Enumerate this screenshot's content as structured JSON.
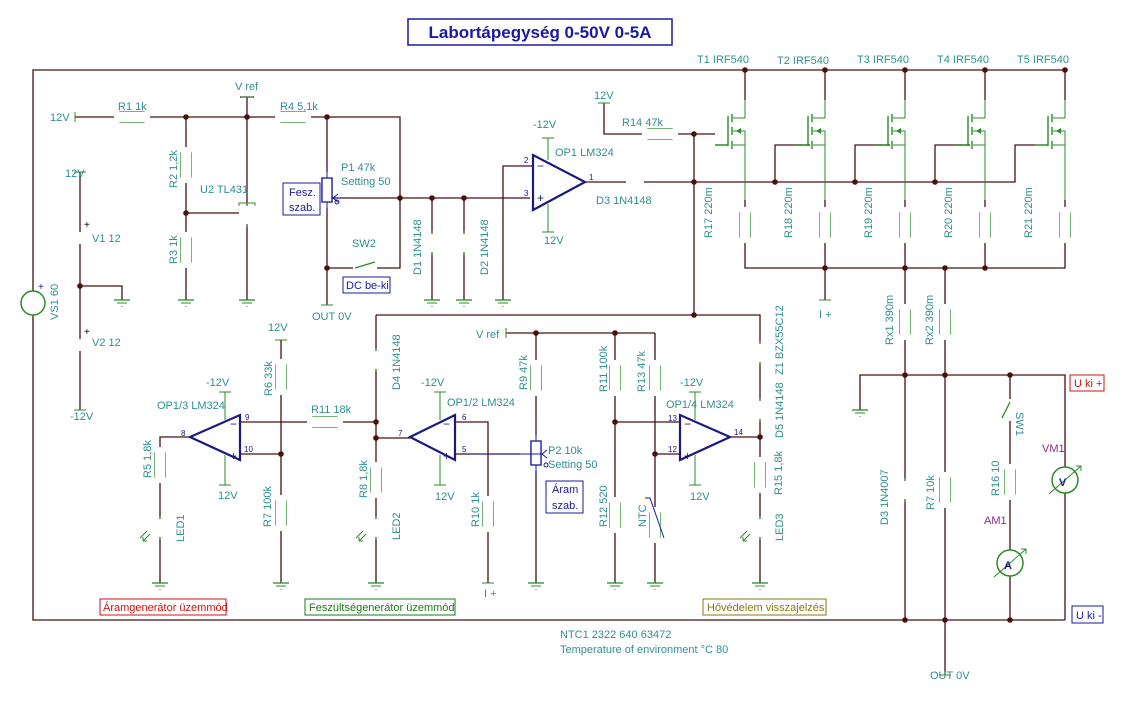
{
  "title": "Labortápegység 0-50V 0-5A",
  "colors": {
    "wire": "#4a1010",
    "component": "#2a8c2a",
    "label": "#2f8f8f",
    "opamp": "#1a1a80",
    "led1": "#7a1010",
    "led2": "#1a8a1a",
    "led3": "#c8c800",
    "u2": "#f0f000"
  },
  "labels": {
    "in_12v": "12V",
    "r1": "R1 1k",
    "vref_top": "V ref",
    "r4": "R4 5,1k",
    "r2": "R2 1,2k",
    "u2": "U2 TL431",
    "r3": "R3 1k",
    "v1_12v": "12V",
    "v1": "V1 12",
    "v2": "V2 12",
    "v2_neg": "-12V",
    "vs1": "VS1 60",
    "p1": "P1 47k",
    "p1_setting": "Setting 50",
    "sw2": "SW2",
    "out0v_top": "OUT 0V",
    "d1": "D1 1N4148",
    "d2": "D2 1N4148",
    "op1_neg": "-12V",
    "op1": "OP1 LM324",
    "op1_pos": "12V",
    "r14_12v": "12V",
    "r14": "R14 47k",
    "d3": "D3 1N4148",
    "t1": "T1 IRF540",
    "t2": "T2 IRF540",
    "t3": "T3 IRF540",
    "t4": "T4 IRF540",
    "t5": "T5 IRF540",
    "r17": "R17 220m",
    "r18": "R18 220m",
    "r19": "R19 220m",
    "r20": "R20 220m",
    "r21": "R21 220m",
    "iplus_top": "I +",
    "rx1": "Rx1 390m",
    "rx2": "Rx2 390m",
    "r6_12v": "12V",
    "r6": "R6 33k",
    "op13_neg": "-12V",
    "op13": "OP1/3 LM324",
    "op13_pos": "12V",
    "r11": "R11 18k",
    "r5": "R5 1,8k",
    "r7": "R7 100k",
    "led1": "LED1",
    "d4": "D4 1N4148",
    "op12_neg": "-12V",
    "op12": "OP1/2 LM324",
    "op12_pos": "12V",
    "r8": "R8 1,8k",
    "led2": "LED2",
    "r10": "R10 1k",
    "iplus_bot": "I +",
    "vref_bot": "V ref",
    "r9": "R9 47k",
    "p2": "P2 10k",
    "p2_setting": "Setting 50",
    "r11b": "R11 100k",
    "r13": "R13 47k",
    "op14_neg": "-12V",
    "op14": "OP1/4 LM324",
    "op14_pos": "12V",
    "r12": "R12 520",
    "ntc": "NTC",
    "z1": "Z1 BZX55C12",
    "d5": "D5 1N4148",
    "r15": "R15 1,8k",
    "led3": "LED3",
    "d3b": "D3 1N4007",
    "r7b": "R7 10k",
    "sw1": "SW1",
    "r16": "R16 10",
    "am1": "AM1",
    "vm1": "VM1",
    "out0v_bot": "OUT 0V",
    "ammeter": "A",
    "voltmeter": "V"
  },
  "pins": {
    "p2": "2",
    "p3": "3",
    "p1": "1",
    "p8": "8",
    "p9": "9",
    "p10": "10",
    "p6": "6",
    "p7": "7",
    "p5": "5",
    "p13": "13",
    "p12": "12",
    "p14": "14"
  },
  "boxes": {
    "fesz_1": "Fesz.",
    "fesz_2": "szab.",
    "dc": "DC be-ki",
    "aram_1": "Áram",
    "aram_2": "szab.",
    "mode_current": "Áramgenerátor üzemmód",
    "mode_voltage": "Feszültségenerátor üzemmód",
    "thermal": "Hővédelem visszajelzés",
    "uki_plus": "U ki +",
    "uki_minus": "U ki -"
  },
  "notes": {
    "ntc_model": "NTC1 2322 640 63472",
    "temperature": "Temperature of environment °C 80"
  }
}
